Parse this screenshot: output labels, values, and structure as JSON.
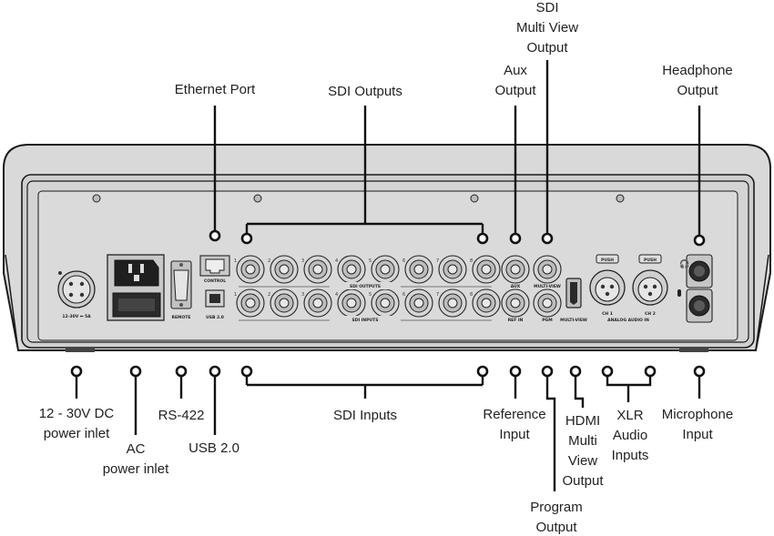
{
  "labels": {
    "ethernet": "Ethernet Port",
    "sdi_outputs": "SDI Outputs",
    "aux": [
      "Aux",
      "Output"
    ],
    "sdi_multiview": [
      "SDI",
      "Multi View",
      "Output"
    ],
    "headphone": [
      "Headphone",
      "Output"
    ],
    "dc_power": [
      "12 - 30V DC",
      "power inlet"
    ],
    "ac_power": [
      "AC",
      "power inlet"
    ],
    "rs422": "RS-422",
    "usb": "USB 2.0",
    "sdi_inputs": "SDI Inputs",
    "reference": [
      "Reference",
      "Input"
    ],
    "program": [
      "Program",
      "Output"
    ],
    "hdmi_multiview": [
      "HDMI",
      "Multi",
      "View",
      "Output"
    ],
    "xlr": [
      "XLR",
      "Audio",
      "Inputs"
    ],
    "microphone": [
      "Microphone",
      "Input"
    ]
  },
  "panel": {
    "sdi_outputs_caption": "SDI OUTPUTS",
    "sdi_inputs_caption": "SDI INPUTS",
    "aux_caption": "AUX",
    "multiview_caption": "MULTI-VIEW",
    "ref_in_caption": "REF IN",
    "pgm_caption": "PGM",
    "hdmi_caption": "MULTI-VIEW",
    "control_caption": "CONTROL",
    "usb_caption": "USB 2.0",
    "remote_caption": "REMOTE",
    "dc_caption": "12-30V ⎓ 5A",
    "push": "PUSH",
    "ch1": "CH 1",
    "ch2": "CH 2",
    "analog_audio_caption": "ANALOG AUDIO IN",
    "port_numbers": [
      "1",
      "2",
      "3",
      "4",
      "5",
      "6",
      "7",
      "8"
    ]
  }
}
